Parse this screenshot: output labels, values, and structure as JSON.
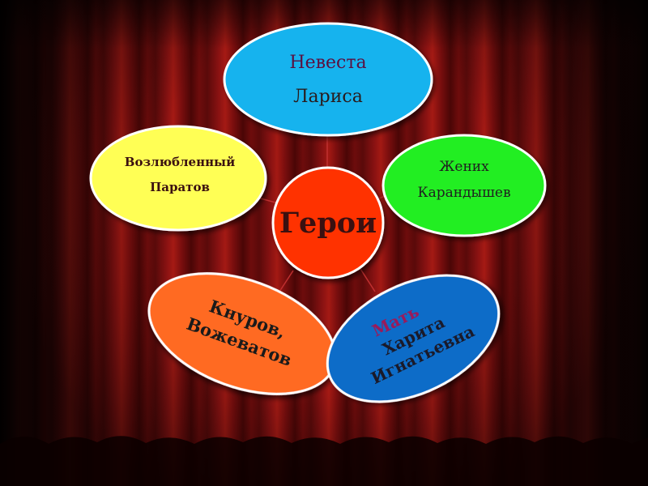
{
  "diagram": {
    "center": {
      "label": "Герои",
      "color": "#ff3300"
    },
    "nodes": [
      {
        "id": "bride",
        "lines": [
          "Невеста",
          "Лариса"
        ],
        "fill": "#19b3ee",
        "text_color": "#5a1040"
      },
      {
        "id": "groom",
        "lines": [
          "Жених",
          "Карандышев"
        ],
        "fill": "#22ee22",
        "text_color": "#202020"
      },
      {
        "id": "mother",
        "lines": [
          "Мать",
          "Харита",
          "Игнатьевна"
        ],
        "fill": "#0a6cc8",
        "text_color": "#1a1a2a",
        "highlight_color": "#9a1a5a"
      },
      {
        "id": "merchants",
        "lines": [
          "Кнуров,",
          "Вожеватов"
        ],
        "fill": "#ff6a22",
        "text_color": "#1a1a1a"
      },
      {
        "id": "lover",
        "lines": [
          "Возлюбленный",
          "Паратов"
        ],
        "fill": "#ffff55",
        "text_color": "#3a1010"
      }
    ]
  }
}
